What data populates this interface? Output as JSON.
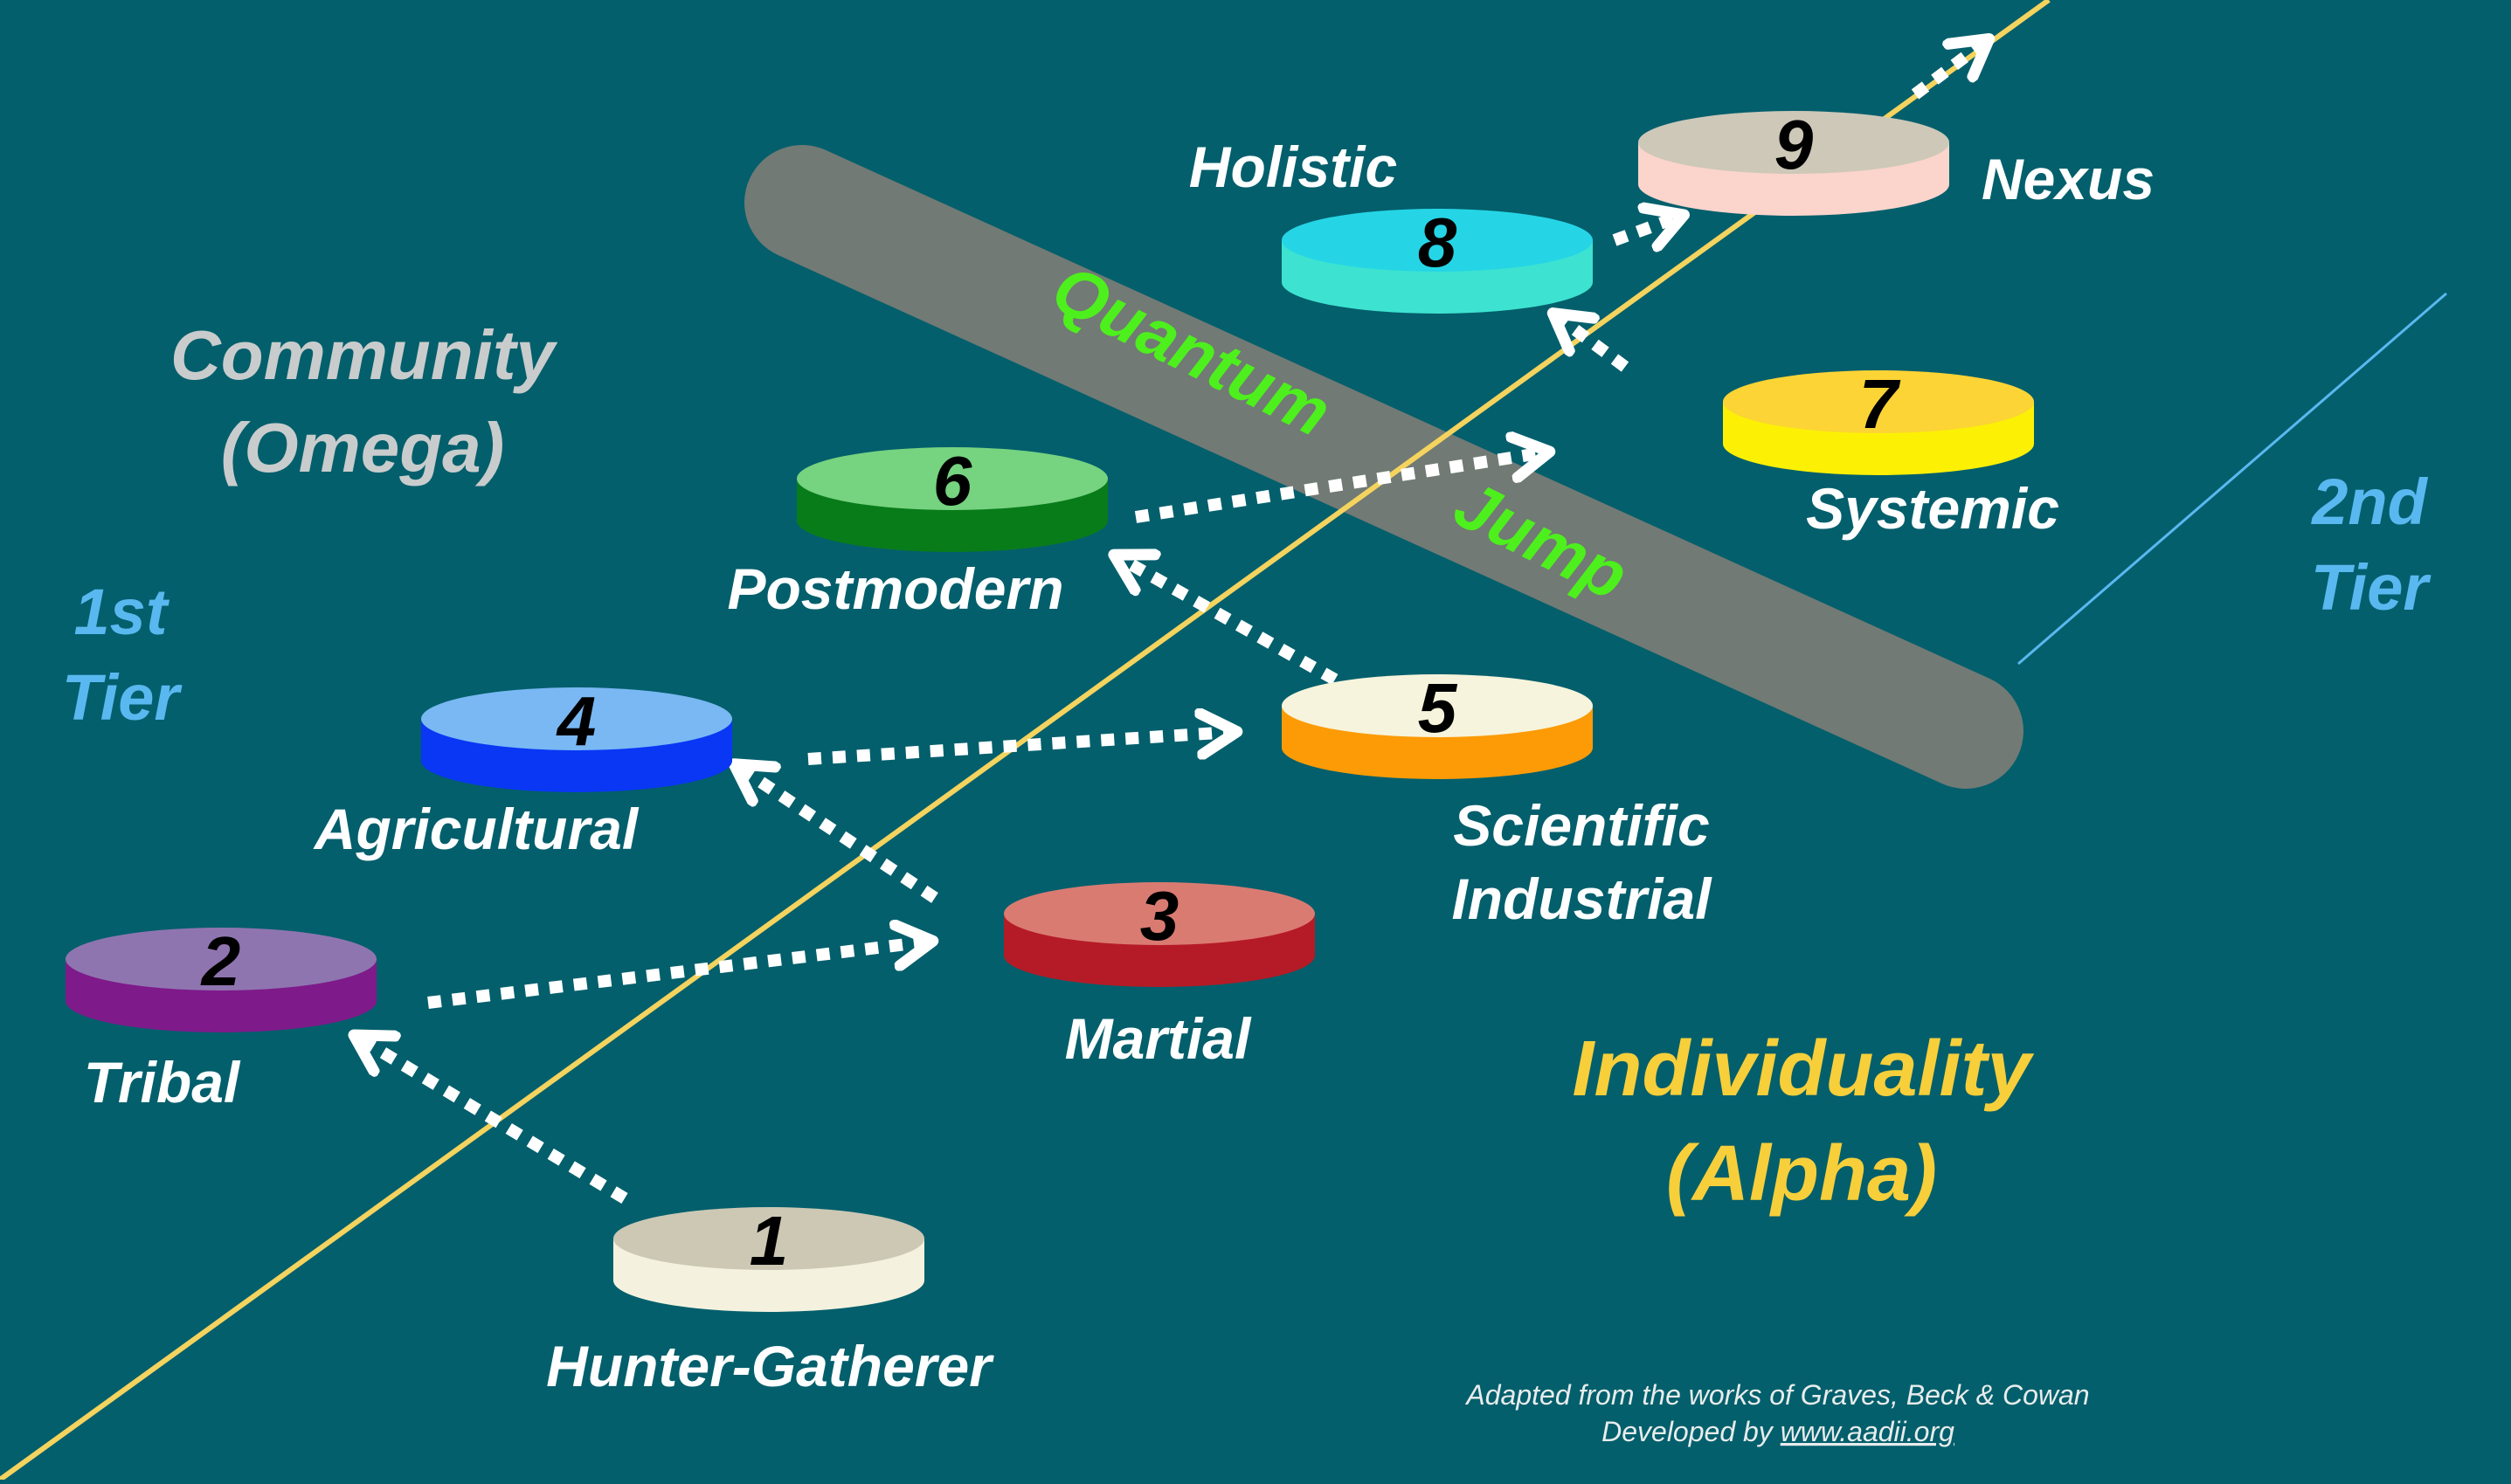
{
  "background_color": "#035f6c",
  "axis_line": {
    "color": "#f4d35e"
  },
  "quantum_jump": {
    "band_color": "#717a74",
    "words": [
      "Quantum",
      "Jump"
    ],
    "word_colors": [
      "#4df01c",
      "#4df01c"
    ]
  },
  "regions": {
    "community": {
      "lines": [
        "Community",
        "(Omega)"
      ],
      "color": "#c9cccc"
    },
    "individuality": {
      "lines": [
        "Individuality",
        "(Alpha)"
      ],
      "color": "#f7cf3a"
    },
    "tier1": {
      "lines": [
        "1st",
        "Tier"
      ],
      "color": "#5ab8f0"
    },
    "tier2": {
      "lines": [
        "2nd",
        "Tier"
      ],
      "color": "#5ab8f0"
    }
  },
  "stages": [
    {
      "number": "1",
      "label": [
        "Hunter-Gatherer"
      ],
      "top_color": "#ccc8b4",
      "side_color": "#f4f2de"
    },
    {
      "number": "2",
      "label": [
        "Tribal"
      ],
      "top_color": "#8f75b0",
      "side_color": "#7e1a8a"
    },
    {
      "number": "3",
      "label": [
        "Martial"
      ],
      "top_color": "#da7b72",
      "side_color": "#b51b26"
    },
    {
      "number": "4",
      "label": [
        "Agricultural"
      ],
      "top_color": "#79b8f3",
      "side_color": "#0937f4"
    },
    {
      "number": "5",
      "label": [
        "Scientific",
        "Industrial"
      ],
      "top_color": "#f6f4dc",
      "side_color": "#fc9b06"
    },
    {
      "number": "6",
      "label": [
        "Postmodern"
      ],
      "top_color": "#76d380",
      "side_color": "#097c1a"
    },
    {
      "number": "7",
      "label": [
        "Systemic"
      ],
      "top_color": "#fcd435",
      "side_color": "#fcf104"
    },
    {
      "number": "8",
      "label": [
        "Holistic"
      ],
      "top_color": "#25d5e6",
      "side_color": "#3de3d0"
    },
    {
      "number": "9",
      "label": [
        "Nexus"
      ],
      "top_color": "#cdc8b8",
      "side_color": "#fbd4cc"
    }
  ],
  "credits": {
    "line1": "Adapted from the works of Graves, Beck & Cowan",
    "line2_prefix": "Developed by ",
    "line2_link": "www.aadii.org"
  }
}
